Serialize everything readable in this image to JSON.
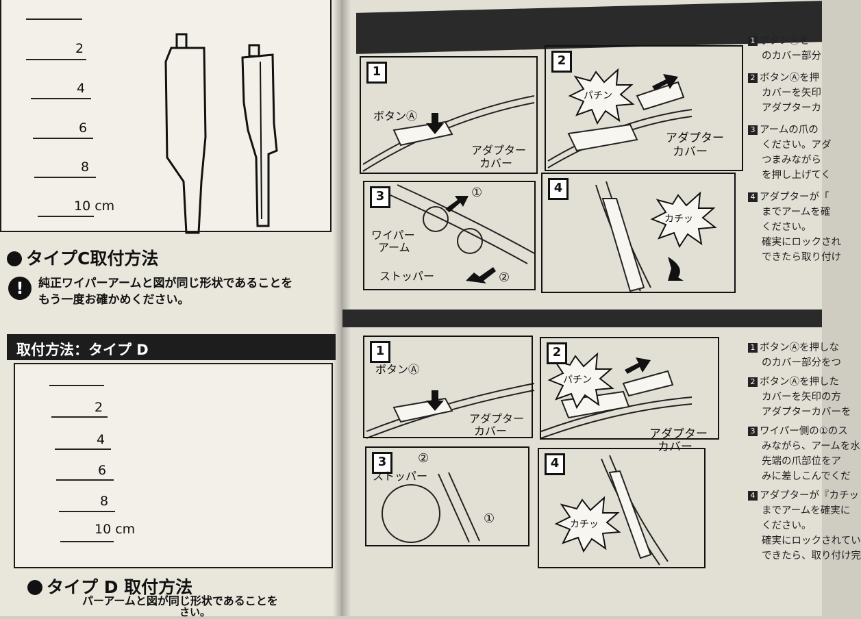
{
  "left": {
    "ruler_top": {
      "labels": [
        "2",
        "4",
        "6",
        "8",
        "10 cm"
      ]
    },
    "type_c_heading": "タイプC取付方法",
    "type_c_notice_line1": "純正ワイパーアームと図が同じ形状であることを",
    "type_c_notice_line2": "もう一度お確かめください。",
    "type_d_bar": "取付方法：タイプ D",
    "ruler_bottom": {
      "labels": [
        "2",
        "4",
        "6",
        "8",
        "10 cm"
      ]
    },
    "type_d_heading": "タイプ D 取付方法",
    "type_d_notice_line1": "パーアームと図が同じ形状であることを",
    "type_d_notice_line2": "さい。"
  },
  "right_top": {
    "steps": [
      "1",
      "2",
      "3",
      "4"
    ],
    "step1_button": "ボタンⒶ",
    "step1_adapter_1": "アダプター",
    "step1_adapter_2": "カバー",
    "step2_burst": "パチン",
    "step2_adapter_1": "アダプター",
    "step2_adapter_2": "カバー",
    "step3_circle1": "①",
    "step3_wiper_1": "ワイパー",
    "step3_wiper_2": "アーム",
    "step3_stopper": "ストッパー",
    "step3_circle2": "②",
    "step4_burst": "カチッ",
    "side": [
      {
        "n": "1",
        "t": "ボタンⒶを"
      },
      {
        "n": "",
        "t": "のカバー部分"
      },
      {
        "n": "2",
        "t": "ボタンⒶを押"
      },
      {
        "n": "",
        "t": "カバーを矢印"
      },
      {
        "n": "",
        "t": "アダプターカ"
      },
      {
        "n": "3",
        "t": "アームの爪の"
      },
      {
        "n": "",
        "t": "ください。アダ"
      },
      {
        "n": "",
        "t": "つまみながら"
      },
      {
        "n": "",
        "t": "を押し上げてく"
      },
      {
        "n": "4",
        "t": "アダプターが「"
      },
      {
        "n": "",
        "t": "までアームを確"
      },
      {
        "n": "",
        "t": "ください。"
      },
      {
        "n": "",
        "t": "確実にロックされ"
      },
      {
        "n": "",
        "t": "できたら取り付け"
      }
    ]
  },
  "right_bottom": {
    "steps": [
      "1",
      "2",
      "3",
      "4"
    ],
    "step1_button": "ボタンⒶ",
    "step1_adapter_1": "アダプター",
    "step1_adapter_2": "カバー",
    "step2_burst": "パチン",
    "step2_adapter_1": "アダプター",
    "step2_adapter_2": "カバー",
    "step3_circle2": "②",
    "step3_stopper": "ストッパー",
    "step3_circle1": "①",
    "step4_burst": "カチッ",
    "side": [
      {
        "n": "1",
        "t": "ボタンⒶを押しな"
      },
      {
        "n": "",
        "t": "のカバー部分をつ"
      },
      {
        "n": "2",
        "t": "ボタンⒶを押した"
      },
      {
        "n": "",
        "t": "カバーを矢印の方"
      },
      {
        "n": "",
        "t": "アダプターカバーを"
      },
      {
        "n": "3",
        "t": "ワイパー側の①のス"
      },
      {
        "n": "",
        "t": "みながら、アームを水"
      },
      {
        "n": "",
        "t": "先端の爪部位をア"
      },
      {
        "n": "",
        "t": "みに差しこんでくだ"
      },
      {
        "n": "4",
        "t": "アダプターが『カチッ"
      },
      {
        "n": "",
        "t": "までアームを確実に"
      },
      {
        "n": "",
        "t": "ください。"
      },
      {
        "n": "",
        "t": "確実にロックされてい"
      },
      {
        "n": "",
        "t": "できたら、取り付け完"
      }
    ]
  }
}
